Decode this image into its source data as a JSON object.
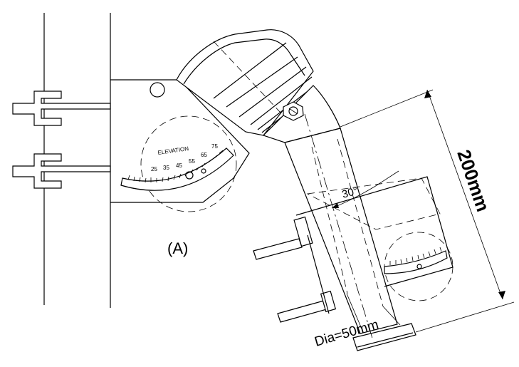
{
  "figure": {
    "label": "(A)",
    "angle_label": "30°",
    "height_dim_label": "200mm",
    "diameter_label": "Dia=50mm",
    "scale_title": "ELEVATION",
    "scale_ticks": [
      "25",
      "35",
      "45",
      "55",
      "65",
      "75"
    ]
  }
}
